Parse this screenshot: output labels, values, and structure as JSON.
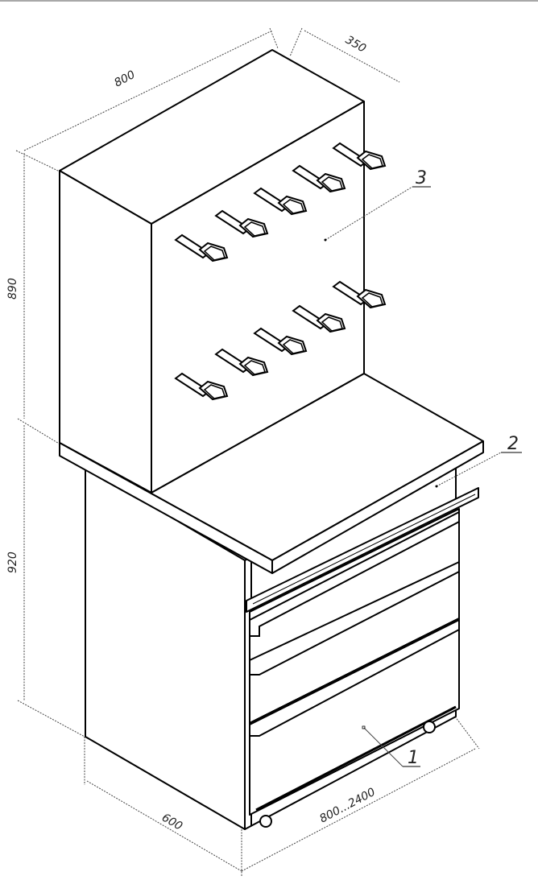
{
  "drawing": {
    "type": "isometric technical drawing",
    "subject": "mobile workbench with drawer pedestal and tool pegboard"
  },
  "dimensions": {
    "width_top": "800",
    "depth_top": "350",
    "height_top": "890",
    "height_base": "920",
    "depth_base": "600",
    "length_base": "800...2400"
  },
  "callouts": {
    "c1": "1",
    "c2": "2",
    "c3": "3"
  },
  "colors": {
    "line": "#000000",
    "dim_line": "#444444",
    "background": "#ffffff"
  }
}
